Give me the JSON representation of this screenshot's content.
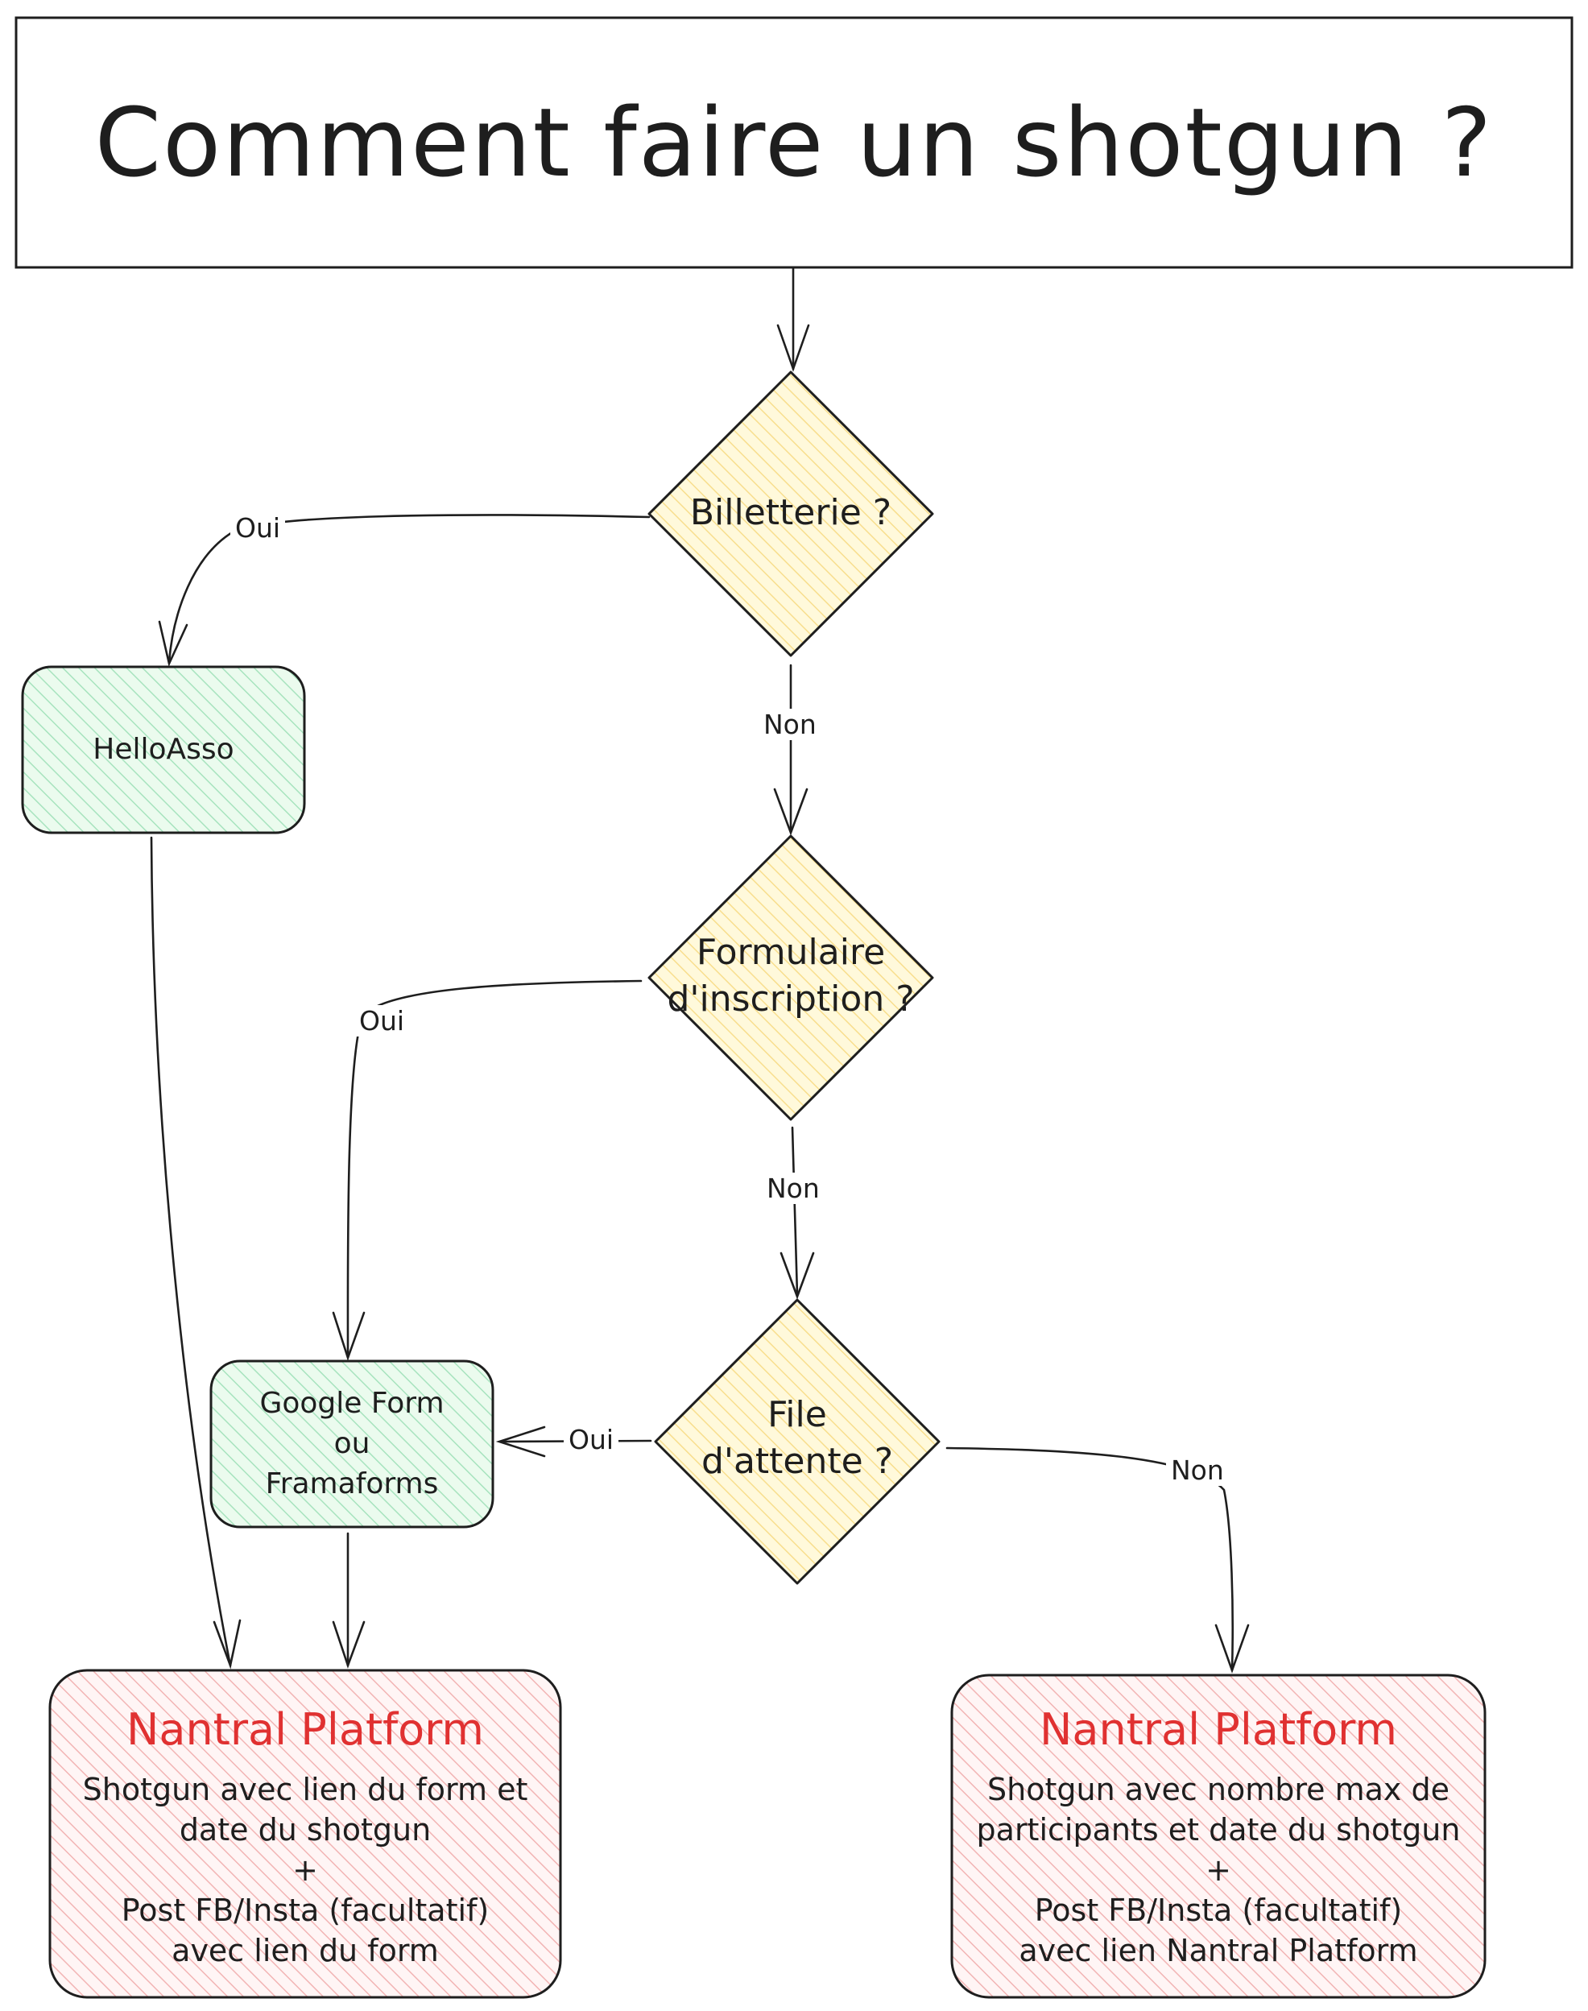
{
  "title": "Comment faire un shotgun ?",
  "colors": {
    "stroke": "#1e1e1e",
    "decision_fill": "#ffec99",
    "decision_hatch": "#f2c94c",
    "service_fill": "#b2f2bb",
    "service_hatch": "#6fcf97",
    "platform_fill": "#ffc9c9",
    "platform_hatch": "#e57373",
    "platform_title": "#e03131"
  },
  "decisions": {
    "billetterie": "Billetterie ?",
    "formulaire": [
      "Formulaire",
      "d'inscription ?"
    ],
    "file": [
      "File",
      "d'attente ?"
    ]
  },
  "edges": {
    "oui": "Oui",
    "non": "Non"
  },
  "services": {
    "helloasso": "HelloAsso",
    "forms": [
      "Google Form",
      "ou",
      "Framaforms"
    ]
  },
  "platform_left": {
    "title": "Nantral Platform",
    "lines": [
      "Shotgun avec lien du form et",
      "date du shotgun",
      "+",
      "Post FB/Insta (facultatif)",
      "avec lien du form"
    ]
  },
  "platform_right": {
    "title": "Nantral Platform",
    "lines": [
      "Shotgun avec nombre max de",
      "participants et date du shotgun",
      "+",
      "Post FB/Insta (facultatif)",
      "avec lien Nantral Platform"
    ]
  }
}
